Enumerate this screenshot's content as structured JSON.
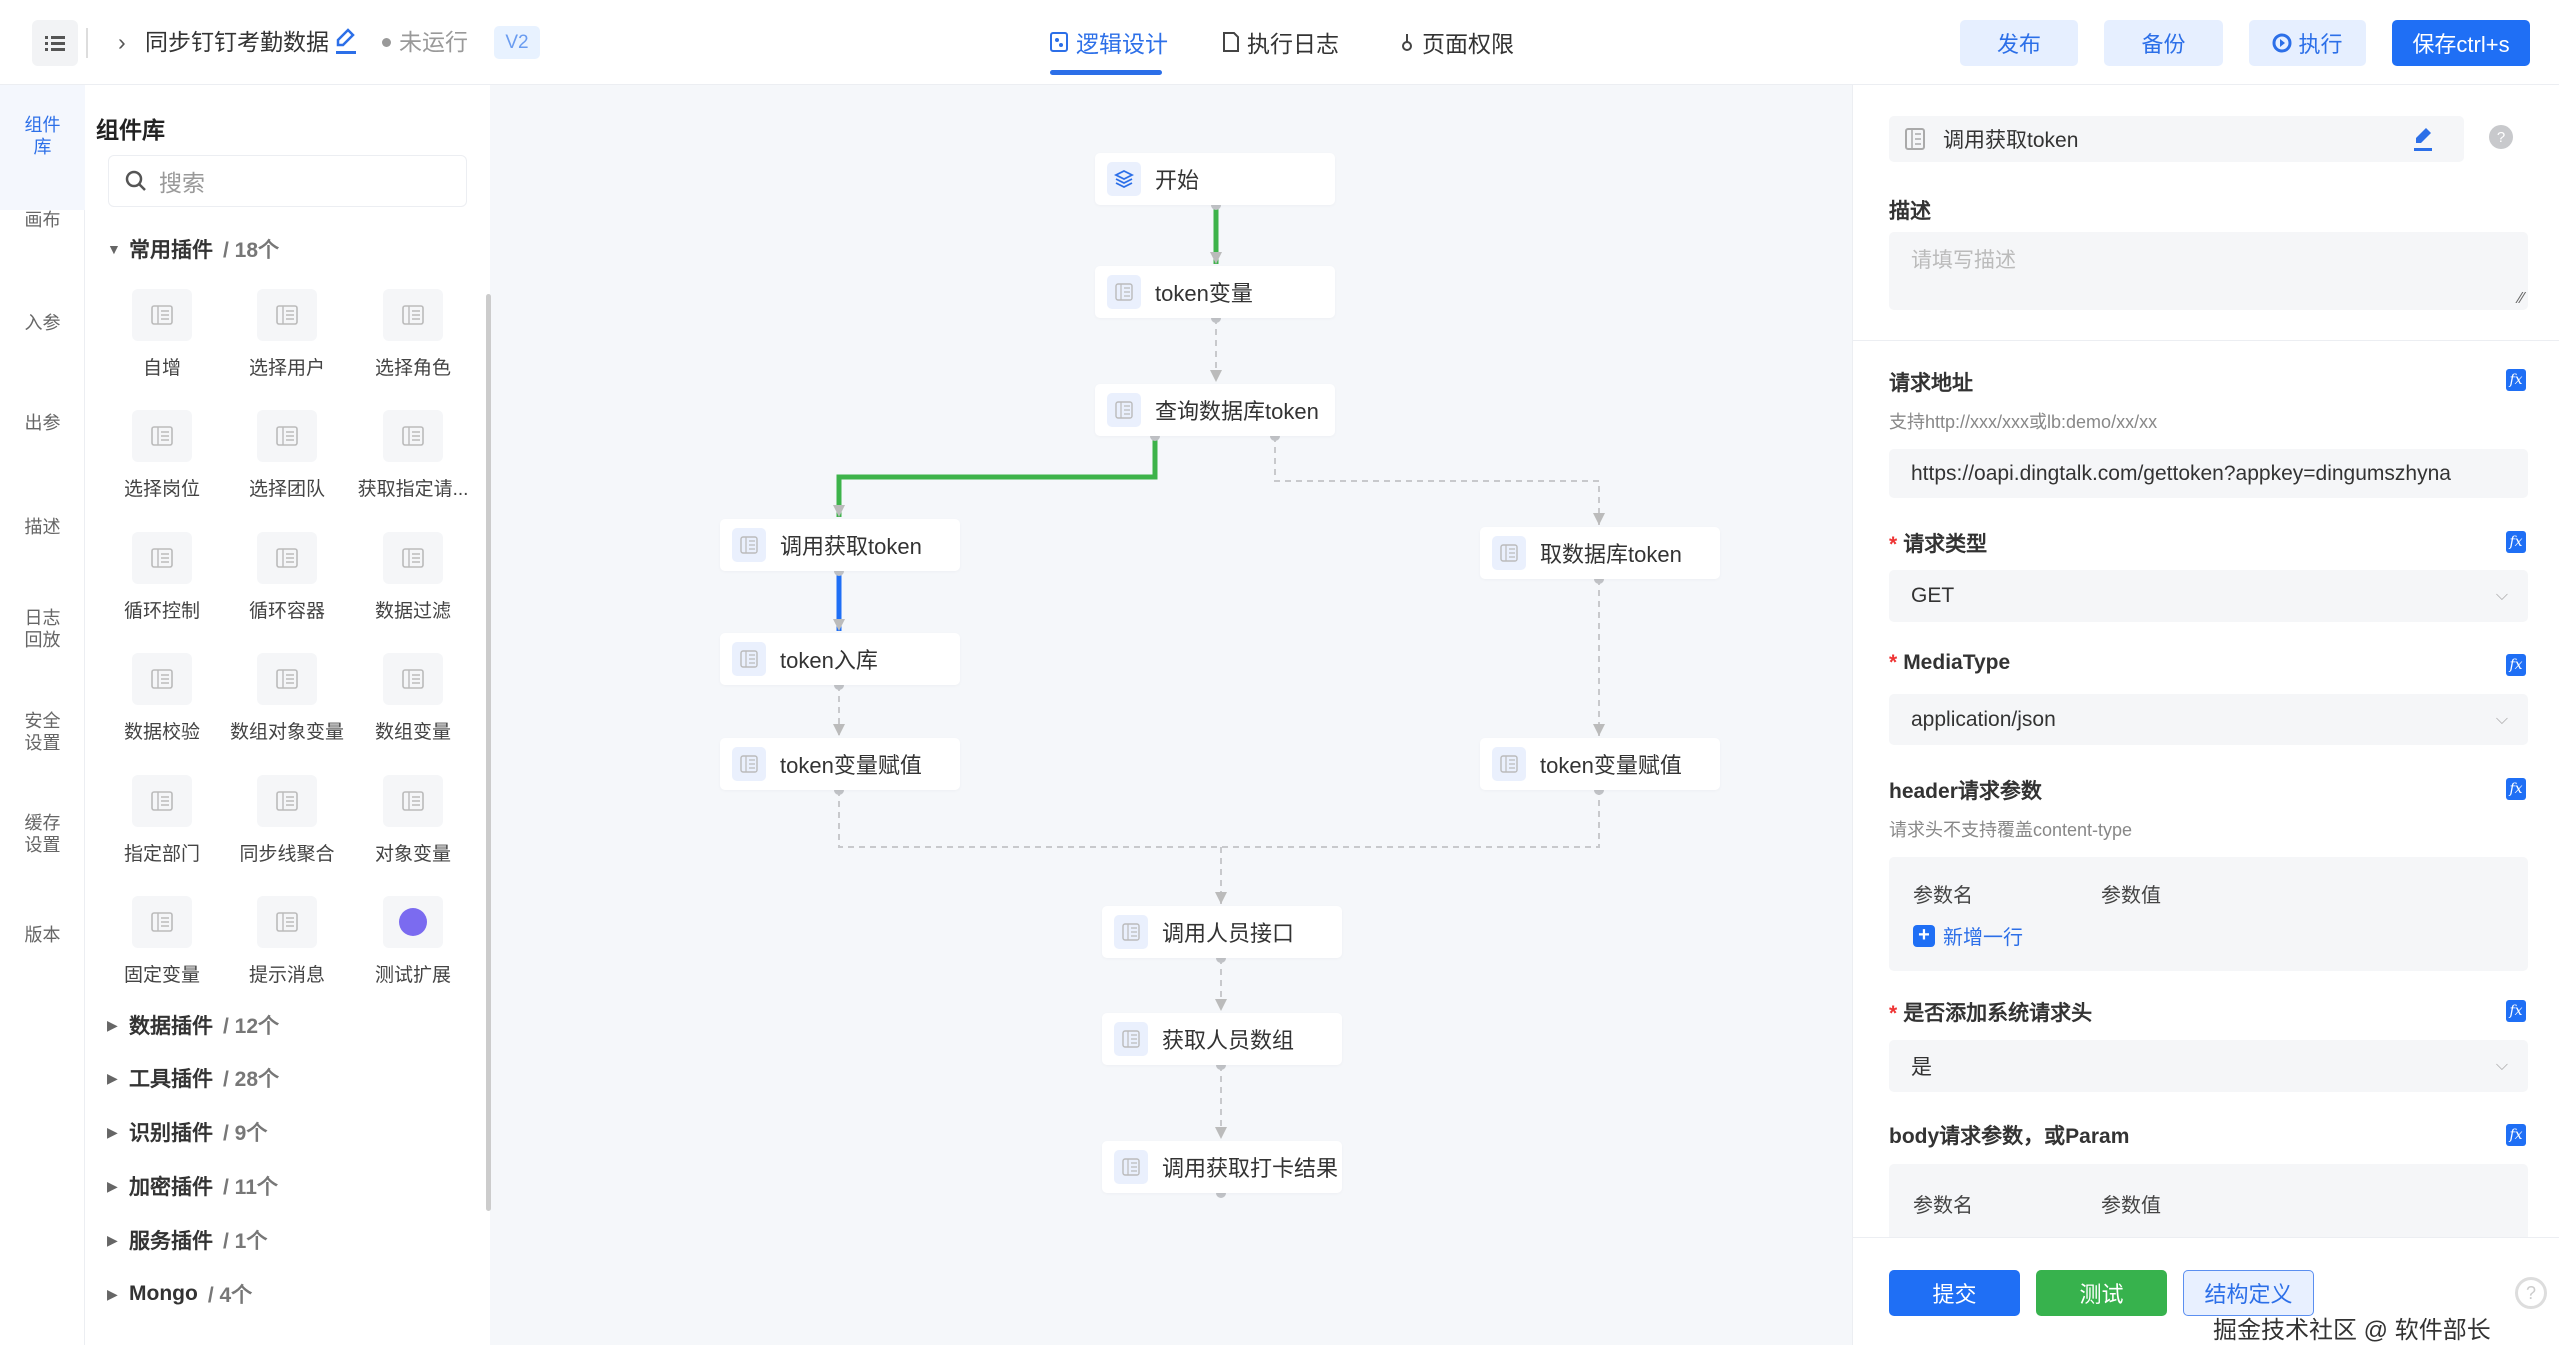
{
  "header": {
    "title": "同步钉钉考勤数据",
    "status": "未运行",
    "version": "V2",
    "tabs": [
      {
        "label": "逻辑设计"
      },
      {
        "label": "执行日志"
      },
      {
        "label": "页面权限"
      }
    ],
    "buttons": {
      "publish": "发布",
      "backup": "备份",
      "run": "执行",
      "save": "保存ctrl+s"
    }
  },
  "rail": [
    {
      "label": "组件库",
      "icon": "puzzle-icon"
    },
    {
      "label": "画布",
      "icon": "canvas-icon"
    },
    {
      "label": "入参",
      "icon": "code-in-icon"
    },
    {
      "label": "出参",
      "icon": "code-out-icon"
    },
    {
      "label": "描述",
      "icon": "describe-icon"
    },
    {
      "label": "日志回放",
      "icon": "log-replay-icon"
    },
    {
      "label": "安全设置",
      "icon": "shield-icon"
    },
    {
      "label": "缓存设置",
      "icon": "clock-icon"
    },
    {
      "label": "版本",
      "icon": "version-icon"
    }
  ],
  "library": {
    "title": "组件库",
    "search_placeholder": "搜索",
    "sections": [
      {
        "name": "常用插件",
        "count": "/ 18个",
        "expanded": true
      },
      {
        "name": "数据插件",
        "count": "/ 12个"
      },
      {
        "name": "工具插件",
        "count": "/ 28个"
      },
      {
        "name": "识别插件",
        "count": "/ 9个"
      },
      {
        "name": "加密插件",
        "count": "/ 11个"
      },
      {
        "name": "服务插件",
        "count": "/ 1个"
      },
      {
        "name": "Mongo",
        "count": "/ 4个"
      }
    ],
    "items": [
      "自增",
      "选择用户",
      "选择角色",
      "选择岗位",
      "选择团队",
      "获取指定请...",
      "循环控制",
      "循环容器",
      "数据过滤",
      "数据校验",
      "数组对象变量",
      "数组变量",
      "指定部门",
      "同步线聚合",
      "对象变量",
      "固定变量",
      "提示消息",
      "测试扩展"
    ]
  },
  "flow": {
    "nodes": [
      {
        "label": "开始"
      },
      {
        "label": "token变量"
      },
      {
        "label": "查询数据库token"
      },
      {
        "label": "调用获取token"
      },
      {
        "label": "取数据库token"
      },
      {
        "label": "token入库"
      },
      {
        "label": "token变量赋值"
      },
      {
        "label": "token变量赋值"
      },
      {
        "label": "调用人员接口"
      },
      {
        "label": "获取人员数组"
      },
      {
        "label": "调用获取打卡结果"
      }
    ],
    "colors": {
      "success": "#3db34a",
      "active": "#1f6ff5",
      "pending": "#c8c9cc"
    }
  },
  "panel": {
    "node_name": "调用获取token",
    "desc_label": "描述",
    "desc_placeholder": "请填写描述",
    "url_label": "请求地址",
    "url_hint": "支持http://xxx/xxx或lb:demo/xx/xx",
    "url_value": "https://oapi.dingtalk.com/gettoken?appkey=dingumszhyna",
    "method_label": "请求类型",
    "method_value": "GET",
    "media_label": "MediaType",
    "media_value": "application/json",
    "header_label": "header请求参数",
    "header_hint": "请求头不支持覆盖content-type",
    "param_name": "参数名",
    "param_value": "参数值",
    "add_row": "新增一行",
    "sys_header_label": "是否添加系统请求头",
    "sys_header_value": "是",
    "body_label": "body请求参数，或Param",
    "fx": "fx",
    "submit": "提交",
    "test": "测试",
    "schema": "结构定义"
  },
  "watermark": "掘金技术社区 @ 软件部长"
}
